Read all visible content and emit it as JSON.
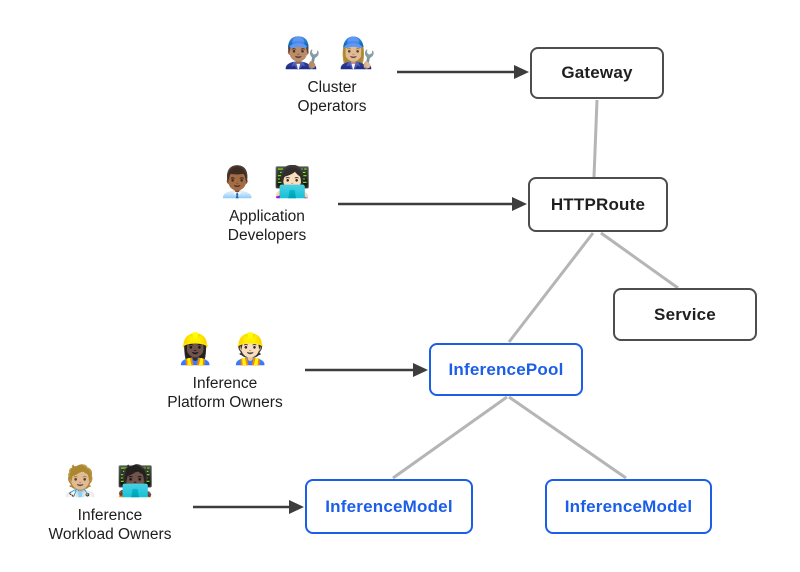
{
  "colors": {
    "background": "#ffffff",
    "node_border_dark": "#4d4d4d",
    "node_text_dark": "#1f1f1f",
    "node_border_blue": "#1b5ee8",
    "node_text_blue": "#1b5ee8",
    "connector": "#b5b5b5",
    "arrow": "#3d3d3d",
    "persona_text": "#1d1d1d"
  },
  "nodes": [
    {
      "id": "gateway",
      "label": "Gateway",
      "style": "dark"
    },
    {
      "id": "httproute",
      "label": "HTTPRoute",
      "style": "dark"
    },
    {
      "id": "service",
      "label": "Service",
      "style": "dark"
    },
    {
      "id": "inferencepool",
      "label": "InferencePool",
      "style": "blue"
    },
    {
      "id": "inferencemodel-1",
      "label": "InferenceModel",
      "style": "blue"
    },
    {
      "id": "inferencemodel-2",
      "label": "InferenceModel",
      "style": "blue"
    }
  ],
  "personas": [
    {
      "id": "cluster-operators",
      "emojis": "👨🏽‍🔧 👩🏼‍🔧",
      "label_line1": "Cluster",
      "label_line2": "Operators",
      "arrow_target": "Gateway"
    },
    {
      "id": "application-developers",
      "emojis": "👨🏾‍💼 👩🏻‍💻",
      "label_line1": "Application",
      "label_line2": "Developers",
      "arrow_target": "HTTPRoute"
    },
    {
      "id": "inference-platform-owners",
      "emojis": "👷🏿‍♀️ 👷🏻",
      "label_line1": "Inference",
      "label_line2": "Platform Owners",
      "arrow_target": "InferencePool"
    },
    {
      "id": "inference-workload-owners",
      "emojis": "🧑🏼‍⚕️ 🧑🏿‍💻",
      "label_line1": "Inference",
      "label_line2": "Workload Owners",
      "arrow_target": "InferenceModel"
    }
  ],
  "edges": [
    {
      "from": "Gateway",
      "to": "HTTPRoute",
      "type": "line"
    },
    {
      "from": "HTTPRoute",
      "to": "Service",
      "type": "line"
    },
    {
      "from": "HTTPRoute",
      "to": "InferencePool",
      "type": "line"
    },
    {
      "from": "InferencePool",
      "to": "InferenceModel-1",
      "type": "line"
    },
    {
      "from": "InferencePool",
      "to": "InferenceModel-2",
      "type": "line"
    },
    {
      "from": "Cluster Operators",
      "to": "Gateway",
      "type": "arrow"
    },
    {
      "from": "Application Developers",
      "to": "HTTPRoute",
      "type": "arrow"
    },
    {
      "from": "Inference Platform Owners",
      "to": "InferencePool",
      "type": "arrow"
    },
    {
      "from": "Inference Workload Owners",
      "to": "InferenceModel-1",
      "type": "arrow"
    }
  ]
}
